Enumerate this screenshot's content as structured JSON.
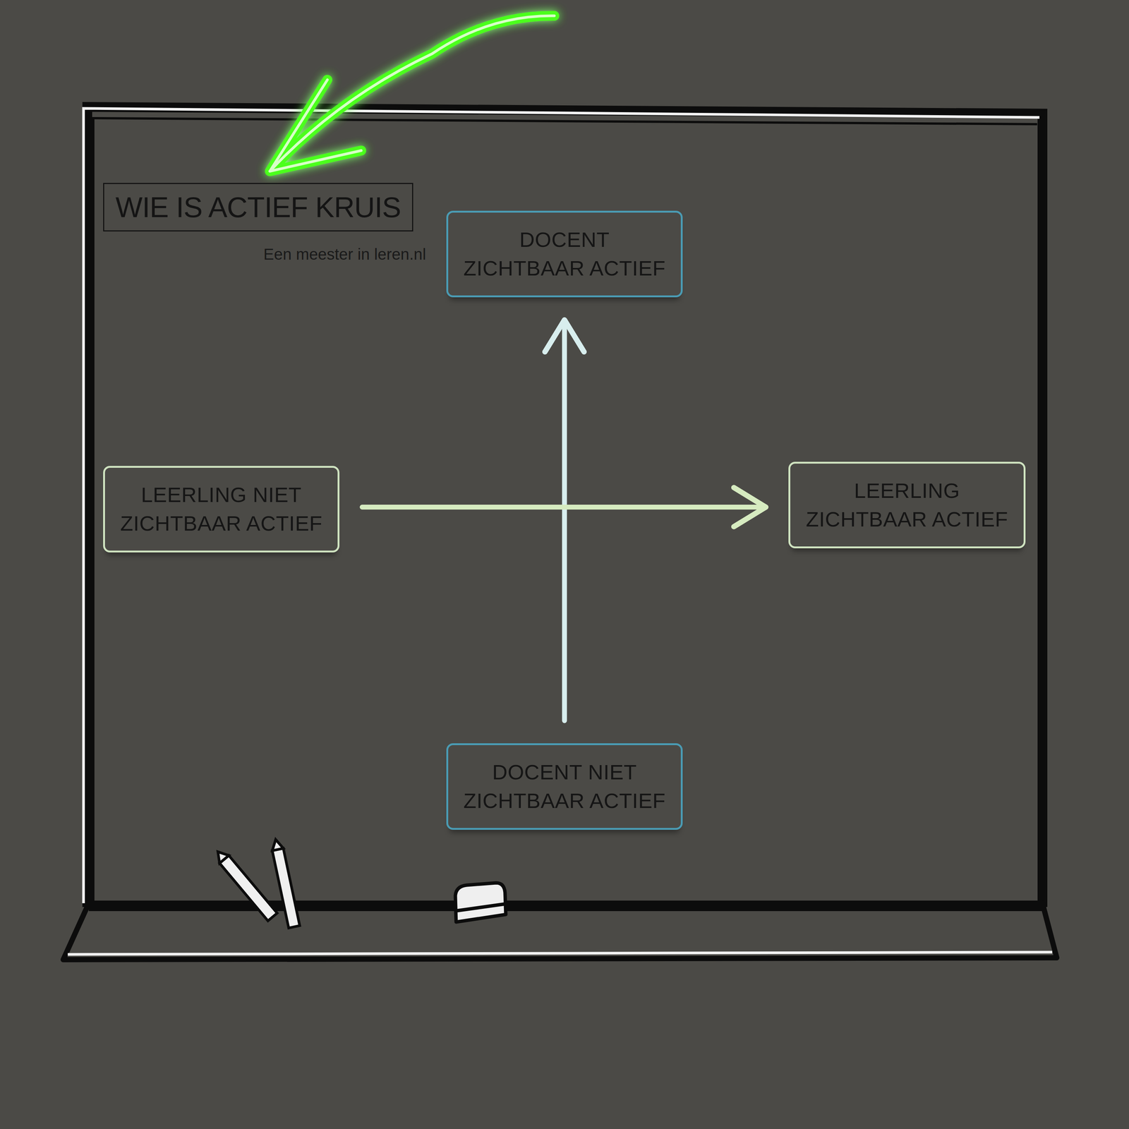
{
  "diagram": {
    "title": "WIE IS ACTIEF KRUIS",
    "nodes": [
      {
        "text": [
          "DOCENT ZICHTBAAR ACTIEF"
        ]
      },
      {
        "text": [
          "LEERLING NIET ZICHTBAAR ACTIEF"
        ]
      },
      {
        "text": [
          "LEERLING ZICHTBAAR ACTIEF"
        ]
      },
      {
        "text": [
          "DOCENT NIET ZICHTBAAR ACTIEF"
        ]
      }
    ],
    "edges": [
      {
        "from": 3,
        "to": 0,
        "arrow": "to"
      },
      {
        "from": 1,
        "to": 2,
        "arrow": "to"
      }
    ],
    "labels": [
      "Een meester in leren.nl"
    ]
  }
}
